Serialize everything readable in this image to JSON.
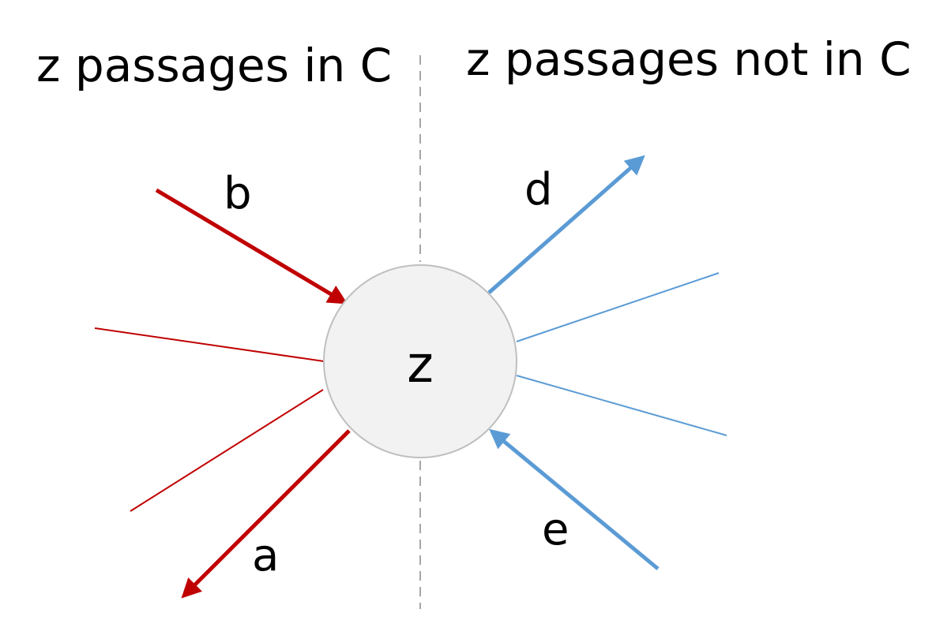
{
  "headings": {
    "left": "z passages in C",
    "right": "z passages not in C"
  },
  "node": {
    "label": "z"
  },
  "edges": {
    "b": "b",
    "a": "a",
    "d": "d",
    "e": "e"
  },
  "colors": {
    "in_c": "#C00000",
    "not_in_c": "#5B9BD5",
    "node_fill": "#F2F2F2",
    "node_stroke": "#BFBFBF",
    "divider": "#A6A6A6"
  }
}
